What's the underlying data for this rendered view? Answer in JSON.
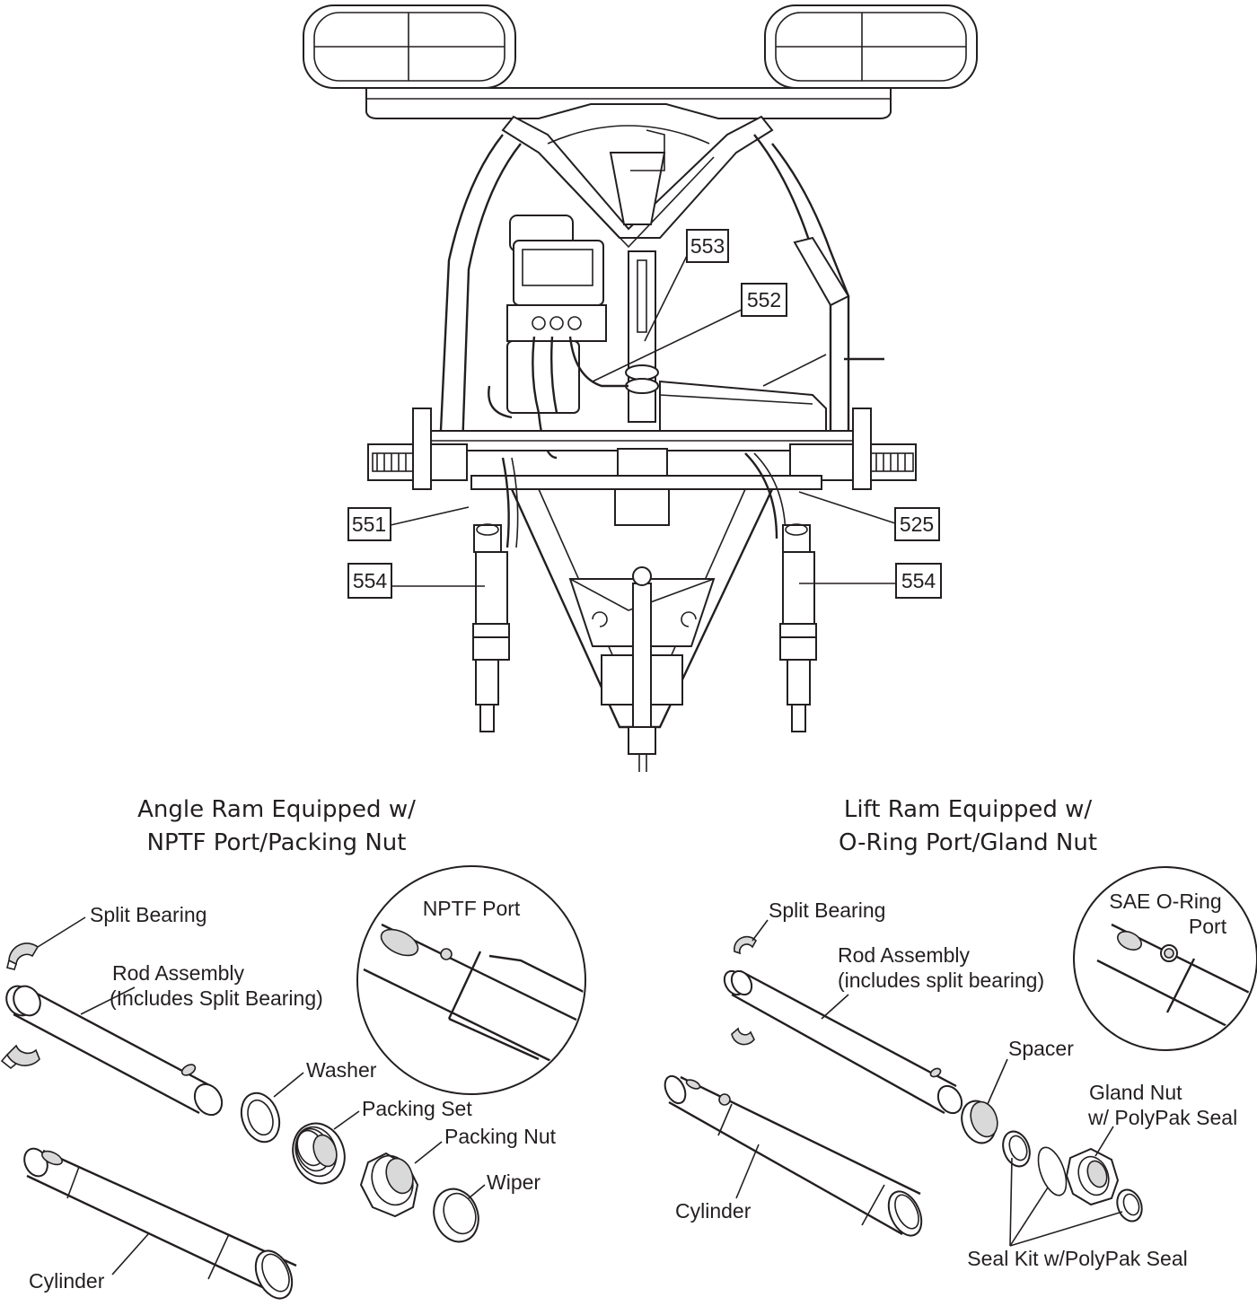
{
  "callouts": {
    "c553": "553",
    "c552": "552",
    "c551": "551",
    "c525": "525",
    "c554_left": "554",
    "c554_right": "554"
  },
  "left_panel": {
    "title_line1": "Angle Ram Equipped w/",
    "title_line2": "NPTF Port/Packing Nut",
    "split_bearing": "Split Bearing",
    "rod_assembly_line1": "Rod Assembly",
    "rod_assembly_line2": "(Includes Split Bearing)",
    "port_detail": "NPTF Port",
    "washer": "Washer",
    "packing_set": "Packing Set",
    "packing_nut": "Packing Nut",
    "wiper": "Wiper",
    "cylinder": "Cylinder"
  },
  "right_panel": {
    "title_line1": "Lift Ram Equipped w/",
    "title_line2": "O-Ring Port/Gland Nut",
    "split_bearing": "Split Bearing",
    "rod_assembly_line1": "Rod Assembly",
    "rod_assembly_line2": "(includes split bearing)",
    "port_detail_line1": "SAE O-Ring",
    "port_detail_line2": "Port",
    "spacer": "Spacer",
    "gland_nut_line1": "Gland Nut",
    "gland_nut_line2": "w/ PolyPak Seal",
    "cylinder": "Cylinder",
    "seal_kit": "Seal Kit w/PolyPak Seal"
  }
}
